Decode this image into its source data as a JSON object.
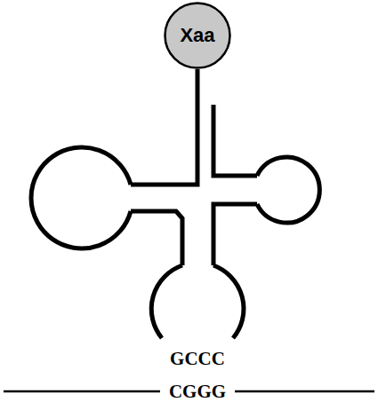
{
  "diagram": {
    "nodes": [
      {
        "text": [
          "Xaa"
        ]
      }
    ],
    "labels": [
      "GCCC",
      "CGGG"
    ]
  }
}
